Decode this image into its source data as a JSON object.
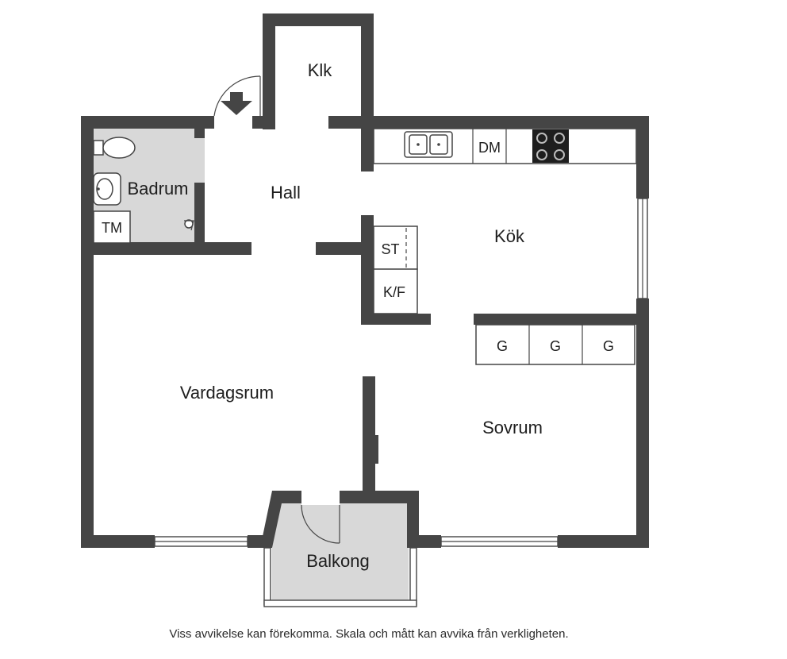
{
  "rooms": {
    "klk": "Klk",
    "badrum": "Badrum",
    "hall": "Hall",
    "kok": "Kök",
    "vardagsrum": "Vardagsrum",
    "sovrum": "Sovrum",
    "balkong": "Balkong"
  },
  "fixtures": {
    "tm": "TM",
    "dm": "DM",
    "st": "ST",
    "kf": "K/F",
    "g1": "G",
    "g2": "G",
    "g3": "G"
  },
  "disclaimer": "Viss avvikelse kan förekomma. Skala och mått kan avvika från verkligheten."
}
